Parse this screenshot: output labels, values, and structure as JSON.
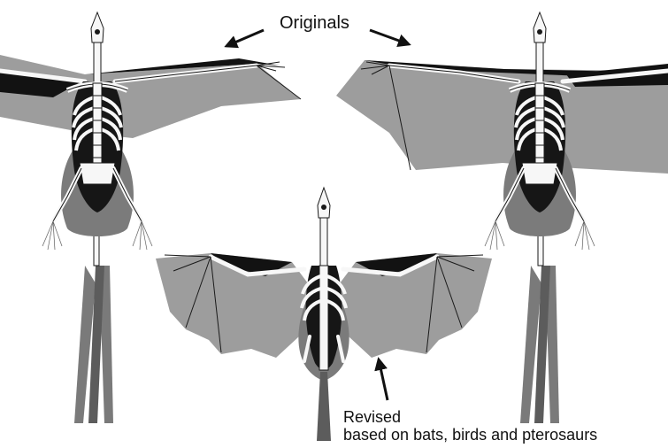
{
  "annotations": {
    "originals": "Originals",
    "revised": "Revised",
    "revised_basis": "based on bats, birds and pterosaurs"
  },
  "figures": [
    {
      "id": "original-left",
      "role": "original reconstruction"
    },
    {
      "id": "original-right",
      "role": "original reconstruction"
    },
    {
      "id": "revised-center",
      "role": "revised reconstruction"
    }
  ],
  "colors": {
    "background": "#ffffff",
    "bone": "#f7f7f7",
    "bone_outline": "#1a1a1a",
    "body": "#161616",
    "wing_membrane": "#9d9d9d",
    "wing_shadow": "#121212",
    "body_fringe": "#7b7b7b",
    "tail_fan": "#7a7a7a",
    "text": "#111111"
  },
  "icons": [
    "arrow-icon"
  ]
}
